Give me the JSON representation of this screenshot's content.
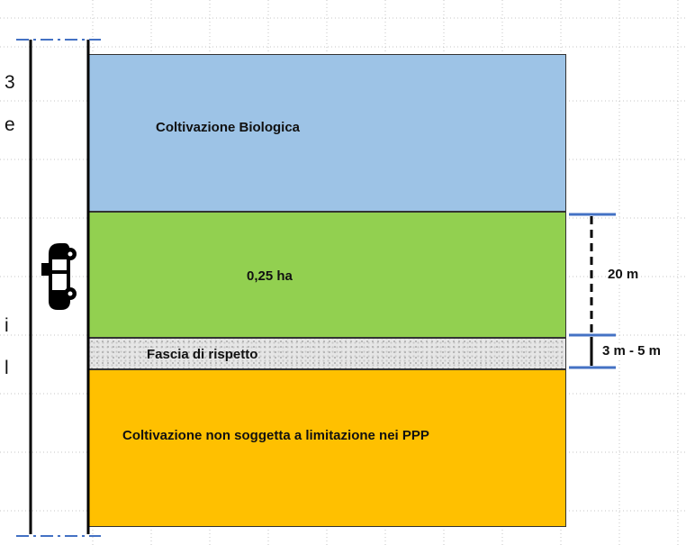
{
  "labels": {
    "bio": "Coltivazione Biologica",
    "area": "0,25 ha",
    "buffer": "Fascia di rispetto",
    "conventional": "Coltivazione non soggetta a limitazione nei PPP"
  },
  "dimensions": {
    "zone_width": "20 m",
    "buffer_width": "3 m - 5 m"
  },
  "cropped_text": [
    "3",
    "e",
    "i",
    "l"
  ],
  "icons": {
    "road_vehicle": "car-icon"
  },
  "colors": {
    "bio": "#9dc3e6",
    "green": "#92d050",
    "buffer": "#e6e6e6",
    "conventional": "#ffc000",
    "dimension_line": "#4472c4"
  }
}
